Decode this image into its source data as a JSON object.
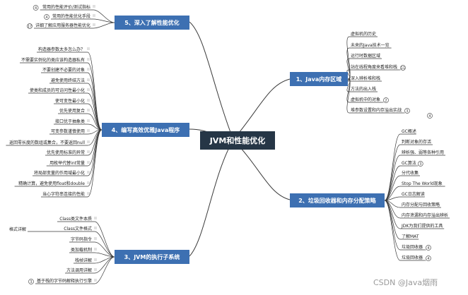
{
  "center": {
    "label": "JVM和性能优化"
  },
  "topics": [
    {
      "id": "t1",
      "label": "1、Java内存区域",
      "leaves": [
        {
          "text": "虚拟机的历史"
        },
        {
          "text": "未来的Java技术一览"
        },
        {
          "text": "运行时数据区域"
        },
        {
          "text": "站在线程角度来看堆和栈",
          "badge": "11"
        },
        {
          "text": "深入辨析堆和栈"
        },
        {
          "text": "方法的出入栈"
        },
        {
          "text": "虚拟机中的对象",
          "badge": "2"
        },
        {
          "text": "堆参数设置和内存溢出实战",
          "badge": "3"
        }
      ],
      "extra_badge": "4"
    },
    {
      "id": "t2",
      "label": "2、垃圾回收器和内存分配策略",
      "leaves": [
        {
          "text": "GC概述"
        },
        {
          "text": "判断对象的存活"
        },
        {
          "text": "辨析强、弱等各种引用"
        },
        {
          "text": "GC算法",
          "badge": "3"
        },
        {
          "text": "分代收集"
        },
        {
          "text": "Stop The World现象"
        },
        {
          "text": "GC日志解读"
        },
        {
          "text": "内存分配与回收策略"
        },
        {
          "text": "内存泄漏和内存溢出辨析"
        },
        {
          "text": "JDK为我们提供的工具"
        },
        {
          "text": "了解MAT"
        },
        {
          "text": "垃圾回收器",
          "badge": "4"
        },
        {
          "text": "垃圾回收器",
          "badge": "4"
        }
      ]
    },
    {
      "id": "t3",
      "label": "3、JVM的执行子系统",
      "leaves": [
        {
          "text": "Class类文件本质"
        },
        {
          "text": "Class文件格式",
          "sub": "格式详解"
        },
        {
          "text": "字节码指令"
        },
        {
          "text": "类加载机制"
        },
        {
          "text": "栈帧详解"
        },
        {
          "text": "方法调用详解"
        },
        {
          "text": "基于栈的字节码解释执行引擎",
          "badge": "3"
        }
      ]
    },
    {
      "id": "t4",
      "label": "4、编写高效优雅Java程序",
      "leaves": [
        {
          "text": "构造器参数太多怎么办？"
        },
        {
          "text": "不需要实例化的类应该构造器私有"
        },
        {
          "text": "不要创建不必要的对象"
        },
        {
          "text": "避免使用终结方法"
        },
        {
          "text": "使类和成员的可访问性最小化"
        },
        {
          "text": "使可变性最小化"
        },
        {
          "text": "优先使用复合"
        },
        {
          "text": "接口优于抽象类"
        },
        {
          "text": "可变参数谨慎使用"
        },
        {
          "text": "返回零长度的数组或集合，不要返回null"
        },
        {
          "text": "优先使用标准的异常"
        },
        {
          "text": "用枚举代替int常量"
        },
        {
          "text": "将局部变量的作用域最小化"
        },
        {
          "text": "精确计算，避免使用float和double"
        },
        {
          "text": "当心字符串连接的性能"
        }
      ]
    },
    {
      "id": "t5",
      "label": "5、深入了解性能优化",
      "leaves": [
        {
          "text": "常用的性能评价/测试指标",
          "badge": "4"
        },
        {
          "text": "常用的性能优化手段",
          "badge": "4"
        },
        {
          "text": "详细了解应用服务器性能优化",
          "badge": "17"
        }
      ]
    }
  ],
  "watermark": "CSDN @Java烟雨"
}
